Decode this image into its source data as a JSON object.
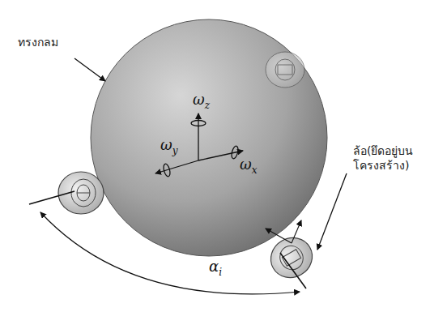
{
  "diagram": {
    "labels": [
      "ทรงกลม",
      "ωz",
      "ωy",
      "ωx",
      "ล้อ(ยึดอยู่บน โครงสร้าง)",
      "αi"
    ]
  }
}
